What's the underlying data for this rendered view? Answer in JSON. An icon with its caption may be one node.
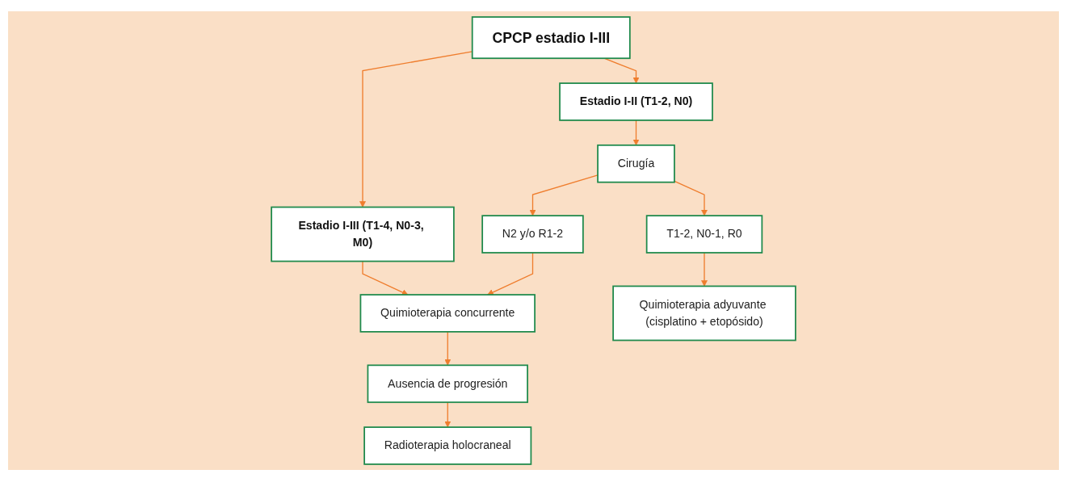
{
  "diagram": {
    "nodes": [
      {
        "text": [
          "CPCP estadio I-III"
        ]
      },
      {
        "text": [
          "Estadio I-II (T1-2, N0)"
        ]
      },
      {
        "text": [
          "Estadio I-III (T1-4, N0-3, M0)"
        ]
      },
      {
        "text": [
          "Cirugía"
        ]
      },
      {
        "text": [
          "T1-2, N0-1, R0"
        ]
      },
      {
        "text": [
          "N2 y/o R1-2"
        ]
      },
      {
        "text": [
          "Quimioterapia concurrente"
        ]
      },
      {
        "text": [
          "Quimioterapia adyuvante (cisplatino + etopósido)"
        ]
      },
      {
        "text": [
          "Ausencia de progresión"
        ]
      },
      {
        "text": [
          "Radioterapia holocraneal"
        ]
      }
    ],
    "edges": [
      {
        "from": 0,
        "to": 1,
        "arrow": "to"
      },
      {
        "from": 0,
        "to": 2,
        "arrow": "to"
      },
      {
        "from": 1,
        "to": 3,
        "arrow": "to"
      },
      {
        "from": 3,
        "to": 4,
        "arrow": "to"
      },
      {
        "from": 3,
        "to": 5,
        "arrow": "to"
      },
      {
        "from": 2,
        "to": 6,
        "arrow": "to"
      },
      {
        "from": 5,
        "to": 6,
        "arrow": "to"
      },
      {
        "from": 4,
        "to": 7,
        "arrow": "to"
      },
      {
        "from": 6,
        "to": 8,
        "arrow": "to"
      },
      {
        "from": 8,
        "to": 9,
        "arrow": "to"
      }
    ]
  }
}
